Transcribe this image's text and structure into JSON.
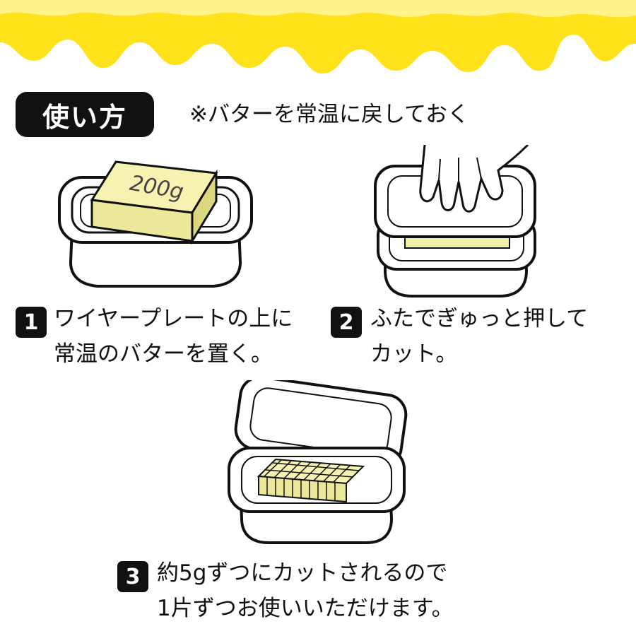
{
  "header": {
    "title": "使い方",
    "note": "※バターを常温に戻しておく"
  },
  "illustrations": {
    "butter_label": "200g"
  },
  "steps": [
    {
      "number": "1",
      "lines": [
        "ワイヤープレートの上に",
        "常温のバターを置く。"
      ]
    },
    {
      "number": "2",
      "lines": [
        "ふたでぎゅっと押して",
        "カット。"
      ]
    },
    {
      "number": "3",
      "lines": [
        "約5gずつにカットされるので",
        "1片ずつお使いいただけます。"
      ]
    }
  ],
  "colors": {
    "butter_yellow": "#FFE21A",
    "butter_block": "#F2F0A8",
    "badge_black": "#111111"
  }
}
